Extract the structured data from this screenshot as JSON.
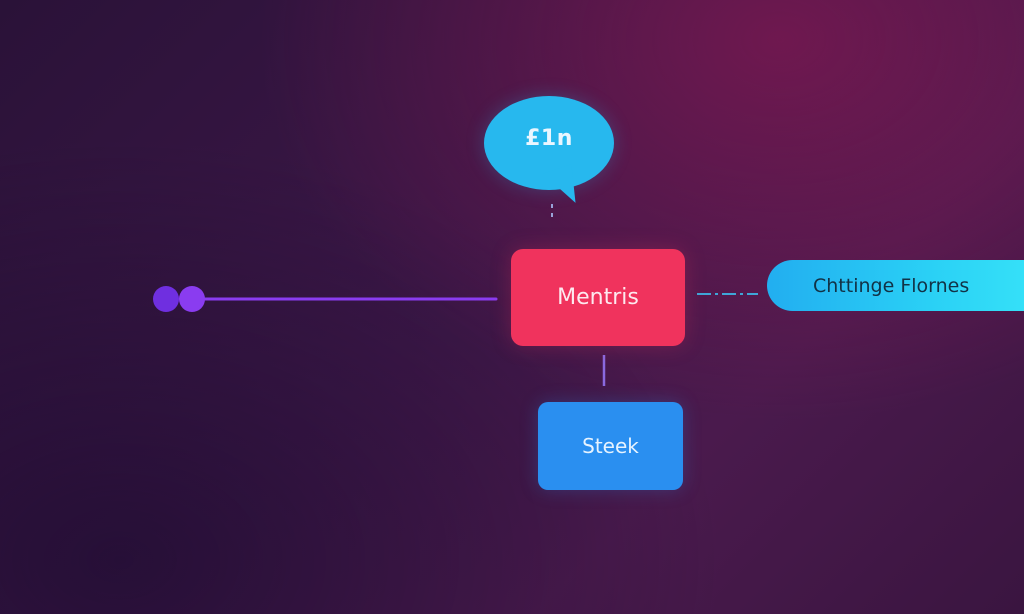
{
  "diagram": {
    "nodes": {
      "bubble": {
        "label": "£1n",
        "color": "#27b8ee"
      },
      "center": {
        "label": "Mentris",
        "color": "#f0335d"
      },
      "bottom": {
        "label": "Steek",
        "color": "#2a8ff0"
      },
      "right": {
        "label": "Chttinge Flornes",
        "color": "#22aef0"
      },
      "left_endpoint": {
        "color": "#7a35e6"
      }
    },
    "edges": [
      {
        "from": "left_endpoint",
        "to": "center",
        "color": "#8a3cf0"
      },
      {
        "from": "bubble",
        "to": "center",
        "style": "dashed",
        "color": "#9aa3d8"
      },
      {
        "from": "center",
        "to": "bottom",
        "color": "#8a6adf"
      },
      {
        "from": "center",
        "to": "right",
        "style": "dashed",
        "color": "#3fa6d8"
      }
    ]
  }
}
